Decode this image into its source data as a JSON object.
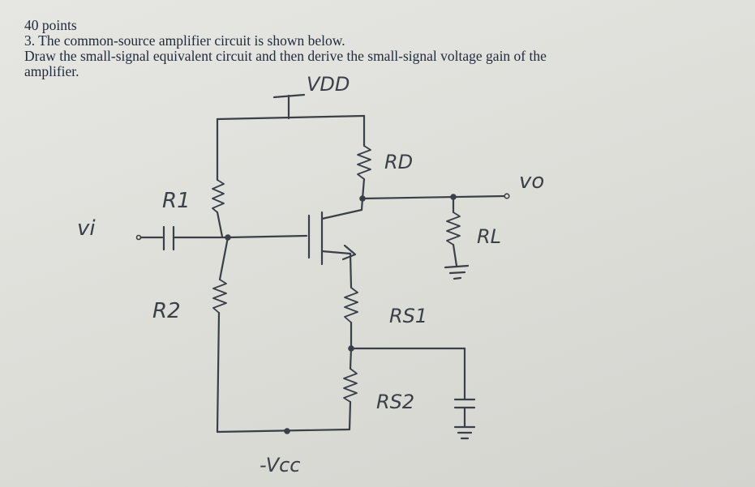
{
  "problem": {
    "points": "40 points",
    "question": "3. The common-source amplifier circuit is shown below.",
    "instruction_line1": "Draw the small-signal equivalent circuit and then derive the small-signal voltage gain of the",
    "instruction_line2": "amplifier."
  },
  "circuit": {
    "labels": {
      "vdd": "VDD",
      "rd": "RD",
      "r1": "R1",
      "r2": "R2",
      "vi": "vi",
      "vo": "vo",
      "rl": "RL",
      "rs1": "RS1",
      "rs2": "RS2",
      "vcc": "-Vcc"
    }
  }
}
